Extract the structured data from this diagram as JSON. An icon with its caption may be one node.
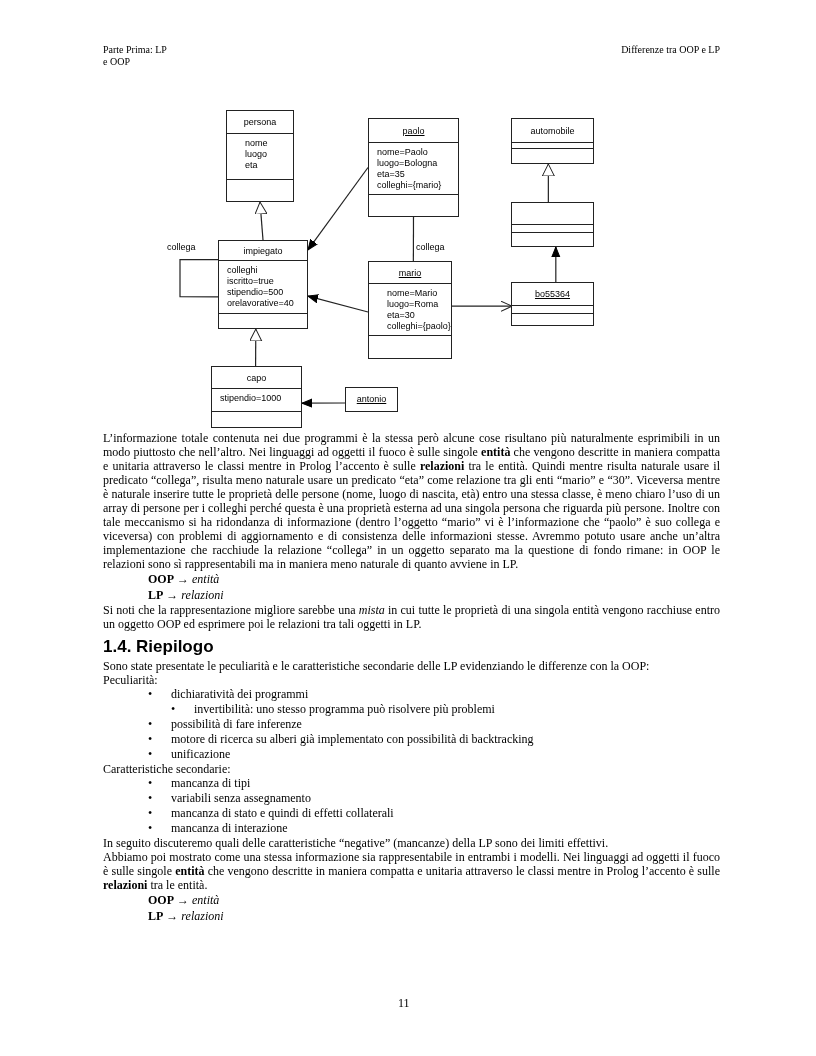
{
  "diagram": {
    "nodes": [
      {
        "text": [
          "persona",
          "nome",
          "luogo",
          "eta"
        ]
      },
      {
        "text": [
          "paolo",
          "nome=Paolo",
          "luogo=Bologna",
          "eta=35",
          "colleghi={mario}"
        ]
      },
      {
        "text": [
          "automobile"
        ]
      },
      {
        "text": [],
        "shape": "box"
      },
      {
        "text": [
          "impiegato",
          "colleghi",
          "iscritto=true",
          "stipendio=500",
          "orelavorative=40"
        ]
      },
      {
        "text": [
          "mario",
          "nome=Mario",
          "luogo=Roma",
          "eta=30",
          "colleghi={paolo}"
        ]
      },
      {
        "text": [
          "bo55364"
        ]
      },
      {
        "text": [
          "capo",
          "stipendio=1000"
        ]
      },
      {
        "text": [
          "antonio"
        ]
      }
    ],
    "edges": [
      {
        "from": 4,
        "to": 0,
        "arrow": "to"
      },
      {
        "from": 1,
        "to": 4,
        "arrow": "to"
      },
      {
        "from": 4,
        "to": 4,
        "arrow": "none",
        "label": "collega"
      },
      {
        "from": 1,
        "to": 5,
        "arrow": "none",
        "label": "collega"
      },
      {
        "from": 5,
        "to": 4,
        "arrow": "to"
      },
      {
        "from": 5,
        "to": 6,
        "arrow": "to"
      },
      {
        "from": 6,
        "to": 3,
        "arrow": "to"
      },
      {
        "from": 3,
        "to": 2,
        "arrow": "to"
      },
      {
        "from": 7,
        "to": 4,
        "arrow": "to"
      },
      {
        "from": 8,
        "to": 7,
        "arrow": "to"
      }
    ],
    "labels": [
      "Parte Prima: LP e OOP",
      "Differenze tra OOP e LP",
      "L’informazione totale contenuta nei due programmi è la stessa però alcune cose risultano più naturalmente esprimibili in un modo piuttosto che nell’altro. Nei linguaggi ad oggetti il fuoco è sulle singole **entità** che vengono descritte in maniera compatta e unitaria attraverso le classi mentre in Prolog l’accento è sulle **relazioni** tra le entità. Quindi mentre risulta naturale usare il predicato “collega”, risulta meno naturale usare un predicato “eta” come relazione tra gli enti “mario” e “30”. Viceversa mentre è naturale inserire tutte le proprietà delle persone (nome, luogo di nascita, età) entro una stessa classe, è meno chiaro l’uso di un array di persone per i colleghi perché questa è una proprietà esterna ad una singola persona che riguarda più persone. Inoltre con tale meccanismo si ha ridondanza di informazione (dentro l’oggetto “mario” vi è l’informazione che “paolo” è suo collega e viceversa) con problemi di aggiornamento e di consistenza delle informazioni stesse. Avremmo potuto usare anche un’altra implementazione che racchiude la relazione “collega” in un oggetto separato ma la questione di fondo rimane: in OOP le relazioni sono sì rappresentabili ma in maniera meno naturale di quanto avviene in LP.",
      "**OOP** → *entità*",
      "**LP** → *relazioni*",
      "Si noti che la rappresentazione migliore sarebbe una *mista* in cui tutte le proprietà di una singola entità vengono racchiuse entro un oggetto OOP ed esprimere poi le relazioni tra tali oggetti in LP.",
      "1.4. Riepilogo",
      "Sono state presentate le peculiarità e le caratteristiche secondarie delle LP evidenziando le differenze con la OOP:",
      "Peculiarità:",
      "•",
      "dichiaratività dei programmi",
      "•",
      "invertibilità: uno stesso programma può risolvere più problemi",
      "•",
      "possibilità di fare inferenze",
      "•",
      "motore di ricerca su alberi già implementato con possibilità di backtracking",
      "•",
      "unificazione",
      "Caratteristiche secondarie:",
      "•",
      "mancanza di tipi",
      "•",
      "variabili senza assegnamento",
      "•",
      "mancanza di stato e quindi di effetti collaterali",
      "•",
      "mancanza di interazione",
      "In seguito discuteremo quali delle caratteristiche “negative” (mancanze) della LP sono dei limiti effettivi.",
      "Abbiamo poi mostrato come una stessa informazione sia rappresentabile in entrambi i modelli. Nei linguaggi ad oggetti il fuoco è sulle singole **entità** che vengono descritte in maniera compatta e unitaria attraverso le classi mentre in Prolog l’accento è sulle **relazioni** tra le entità.",
      "**OOP** → *entità*",
      "**LP** → *relazioni*",
      "11"
    ]
  }
}
